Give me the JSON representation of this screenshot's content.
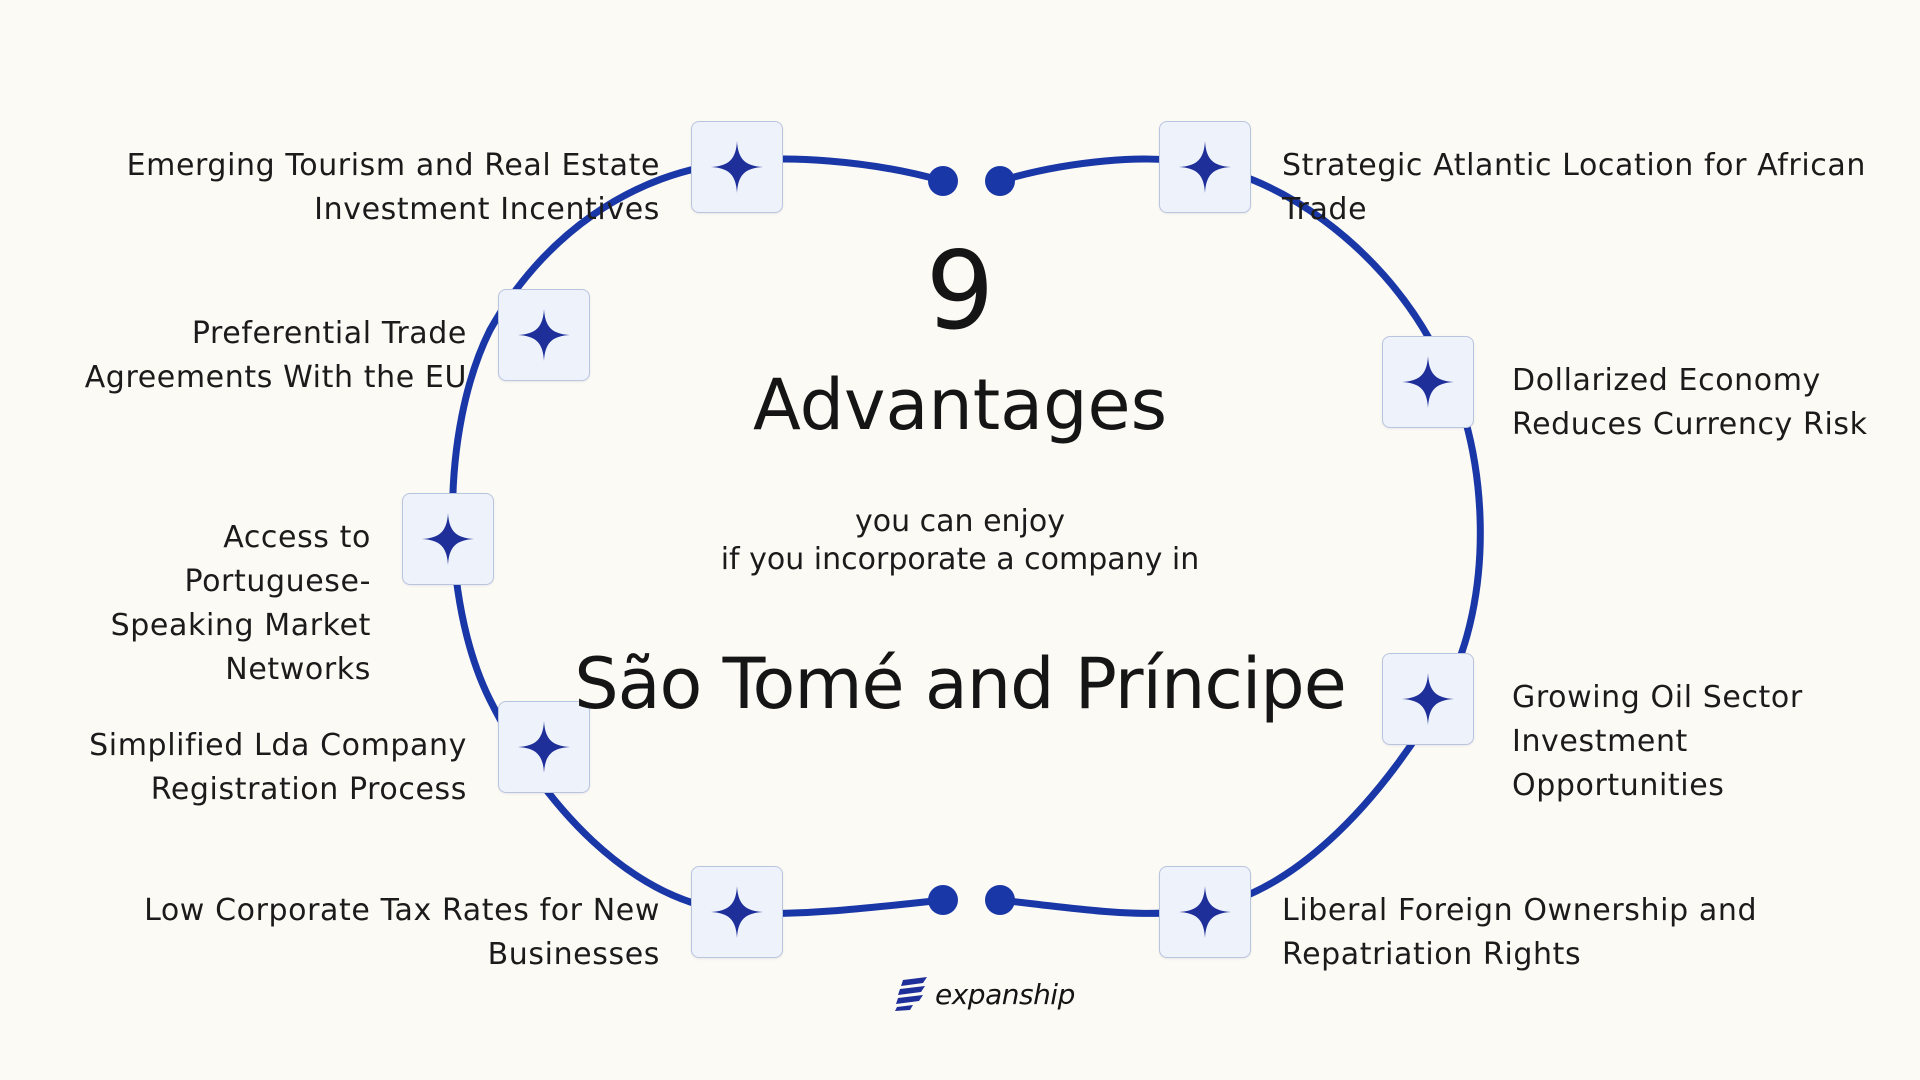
{
  "heading": {
    "count": "9",
    "title": "Advantages",
    "subtitle_line1": "you can enjoy",
    "subtitle_line2": "if you incorporate a company in",
    "country": "São Tomé and Príncipe"
  },
  "advantages": [
    {
      "lines": [
        "Emerging Tourism and Real Estate",
        "Investment Incentives"
      ]
    },
    {
      "lines": [
        "Strategic Atlantic Location for African",
        "Trade"
      ]
    },
    {
      "lines": [
        "Preferential Trade",
        "Agreements With the EU"
      ]
    },
    {
      "lines": [
        "Dollarized Economy",
        "Reduces Currency Risk"
      ]
    },
    {
      "lines": [
        "Access to",
        "Portuguese-",
        "Speaking Market",
        "Networks"
      ]
    },
    {
      "lines": [
        "Growing Oil Sector",
        "Investment",
        "Opportunities"
      ]
    },
    {
      "lines": [
        "Simplified Lda Company",
        "Registration Process"
      ]
    },
    {
      "lines": [
        "Low Corporate Tax Rates for New",
        "Businesses"
      ]
    },
    {
      "lines": [
        "Liberal Foreign Ownership and",
        "Repatriation Rights"
      ]
    }
  ],
  "icon": "four-point-star-icon",
  "brand": {
    "name": "expanship",
    "icon": "expanship-logo-icon"
  },
  "colors": {
    "background": "#fcfaf4",
    "ring": "#1a37a8",
    "star": "#1f2f9a",
    "tile": "#eef2fb",
    "text": "#1b1b1b"
  }
}
